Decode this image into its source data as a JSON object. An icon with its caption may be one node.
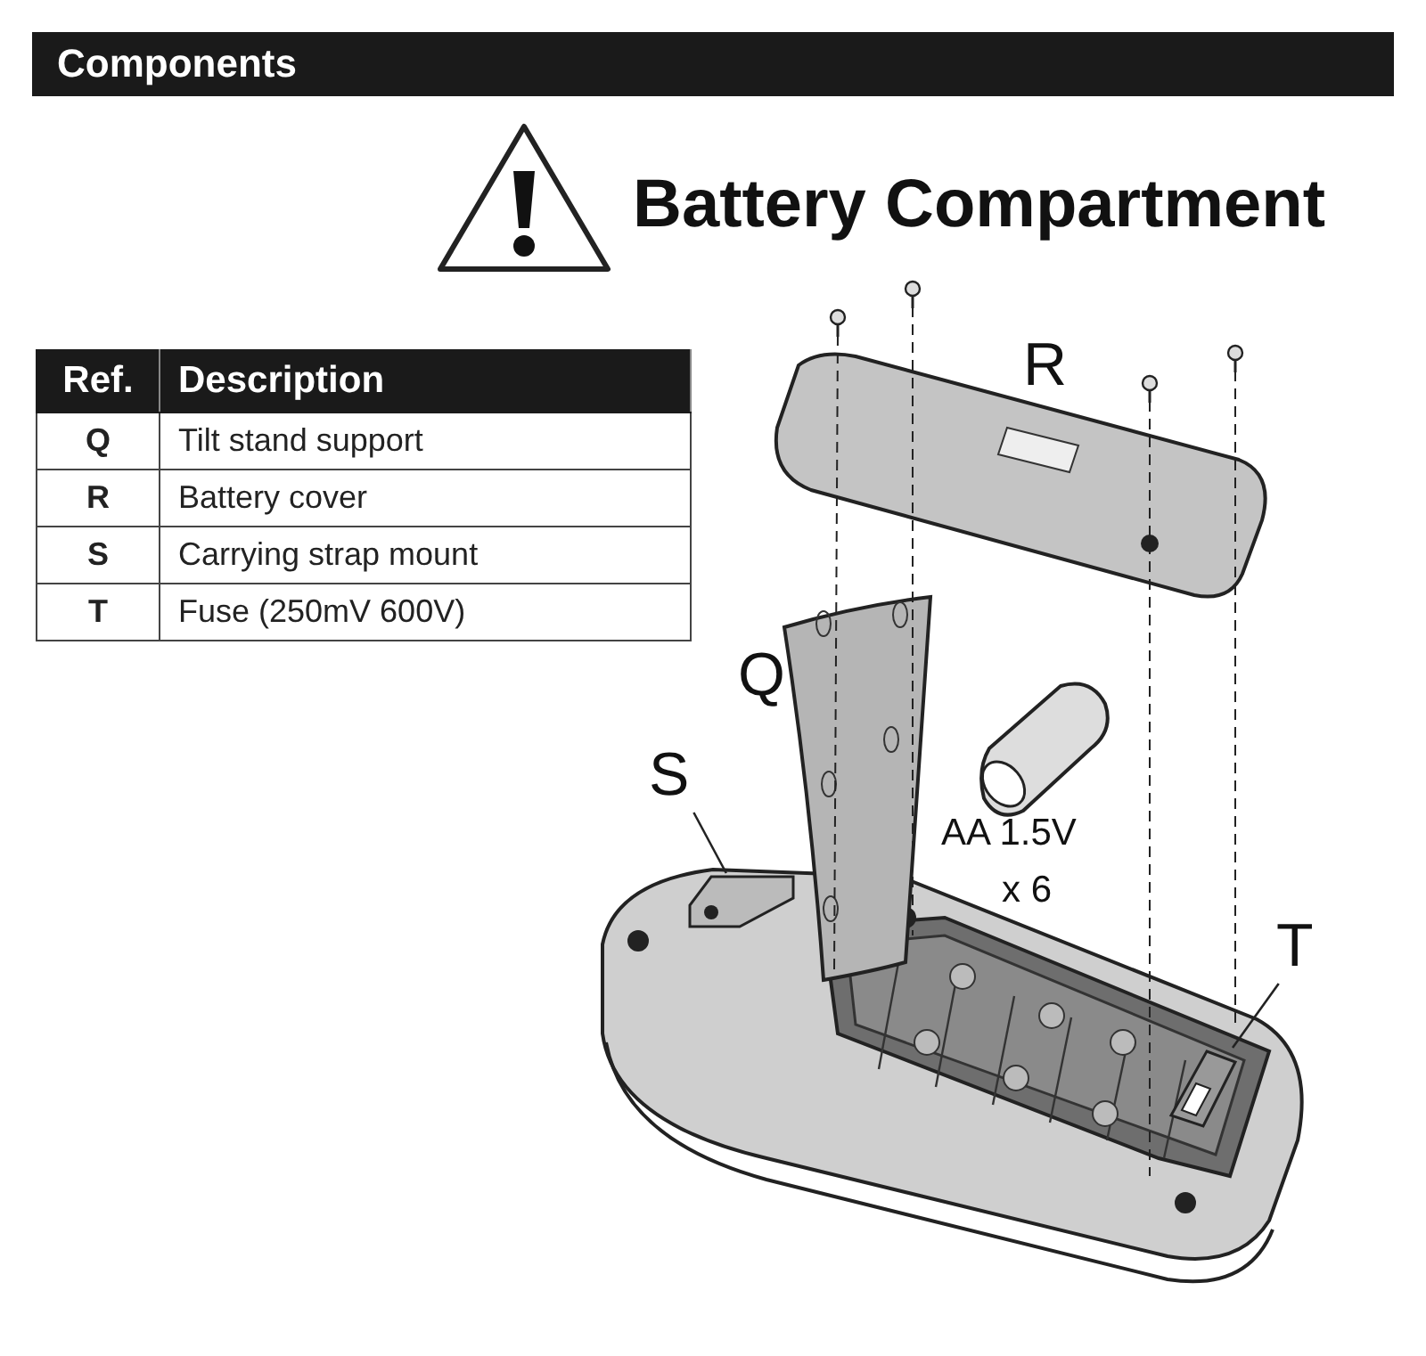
{
  "diagram": {
    "title": "Battery Compartment",
    "nodes": [
      {
        "text": [
          "S"
        ]
      },
      {
        "text": [],
        "shape": "picture"
      },
      {
        "text": [
          "T"
        ]
      },
      {
        "text": [],
        "shape": "picture"
      }
    ],
    "edges": [
      {
        "from": 0,
        "to": 1,
        "arrow": "none"
      },
      {
        "from": 2,
        "to": 3,
        "arrow": "none"
      }
    ],
    "labels": [
      "Components",
      "Ref.",
      "Description",
      "Q",
      "Tilt stand support",
      "R",
      "Battery cover",
      "S",
      "Carrying strap mount",
      "T",
      "Fuse (250mV 600V)",
      "Q",
      "R",
      "AA 1.5V",
      "x 6"
    ]
  }
}
